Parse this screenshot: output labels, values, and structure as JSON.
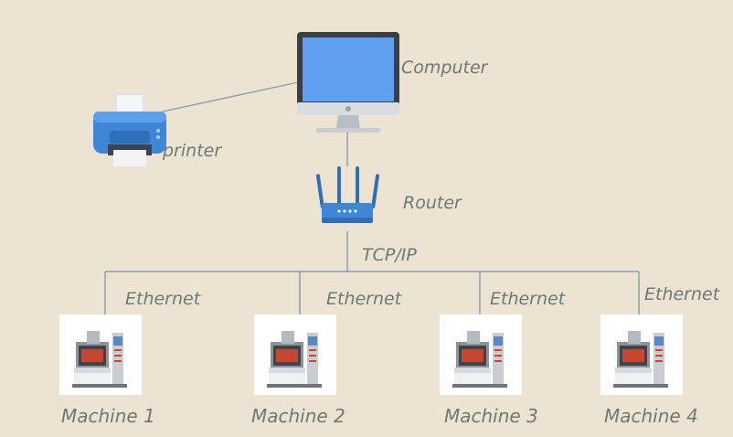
{
  "nodes": {
    "computer": {
      "label": "Computer",
      "icon": "computer-monitor-icon"
    },
    "printer": {
      "label": "printer",
      "icon": "printer-icon"
    },
    "router": {
      "label": "Router",
      "icon": "router-icon"
    }
  },
  "links": {
    "router_to_network": "TCP/IP",
    "ethernet": [
      "Ethernet",
      "Ethernet",
      "Ethernet",
      "Ethernet"
    ]
  },
  "machines": [
    {
      "label": "Machine 1",
      "icon": "cnc-machine-icon"
    },
    {
      "label": "Machine 2",
      "icon": "cnc-machine-icon"
    },
    {
      "label": "Machine 3",
      "icon": "cnc-machine-icon"
    },
    {
      "label": "Machine 4",
      "icon": "cnc-machine-icon"
    }
  ],
  "colors": {
    "background": "#ece3d3",
    "line": "#8a9bb0",
    "screen": "#5ea0ef",
    "printer_body": "#3f86d6",
    "label": "#6c7a74"
  }
}
